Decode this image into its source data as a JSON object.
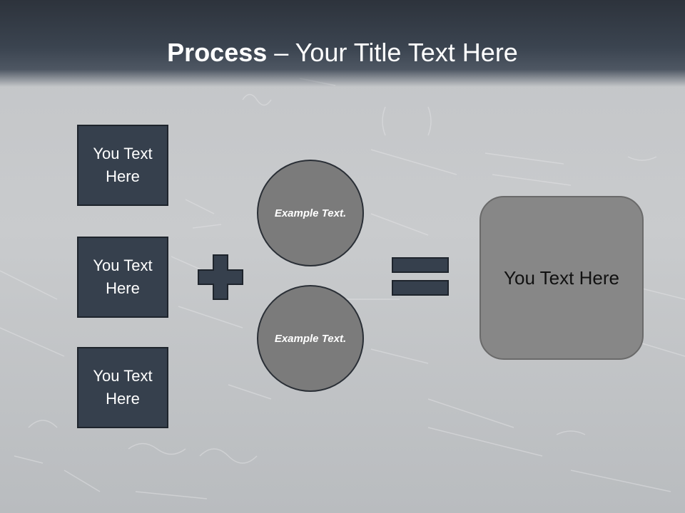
{
  "title": {
    "bold": "Process",
    "rest": " – Your Title Text Here"
  },
  "left_boxes": [
    {
      "text": "You Text Here"
    },
    {
      "text": "You Text Here"
    },
    {
      "text": "You Text Here"
    }
  ],
  "circles": [
    {
      "text": "Example Text."
    },
    {
      "text": "Example Text."
    }
  ],
  "result_box": {
    "text": "You Text Here"
  },
  "colors": {
    "header": "#2d333c",
    "box_fill": "#36404d",
    "circle_fill": "#7b7b7b",
    "result_fill": "#878787",
    "operator_fill": "#36404d"
  },
  "icons": {
    "plus": "plus-icon",
    "equals": "equals-icon"
  }
}
